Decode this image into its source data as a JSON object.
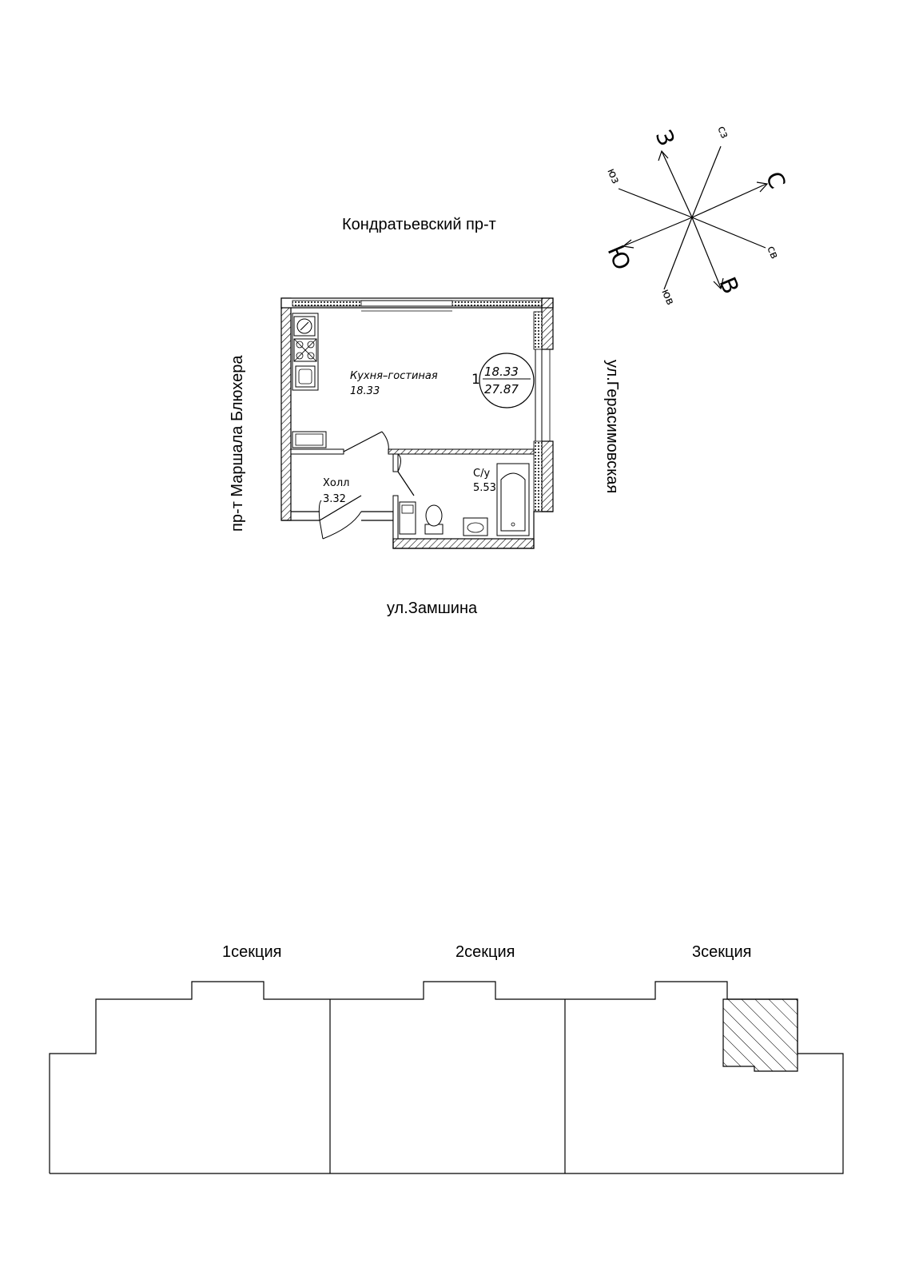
{
  "streets": {
    "top": "Кондратьевский пр-т",
    "bottom": "ул.Замшина",
    "left": "пр-т Маршала Блюхера",
    "right": "ул.Герасимовская"
  },
  "compass": {
    "major": {
      "north": "С",
      "south": "Ю",
      "east": "В",
      "west": "З"
    },
    "minor": {
      "northwest": "сз",
      "northeast": "св",
      "southwest": "юз",
      "southeast": "юв"
    }
  },
  "apartment": {
    "number": "1",
    "living_area": "18.33",
    "total_area": "27.87",
    "rooms": [
      {
        "name": "Кухня–гостиная",
        "area": "18.33"
      },
      {
        "name": "Холл",
        "area": "3.32"
      },
      {
        "name": "С/у",
        "area": "5.53"
      }
    ]
  },
  "sections": [
    "1секция",
    "2секция",
    "3секция"
  ],
  "colors": {
    "line": "#000000",
    "background": "#ffffff"
  }
}
